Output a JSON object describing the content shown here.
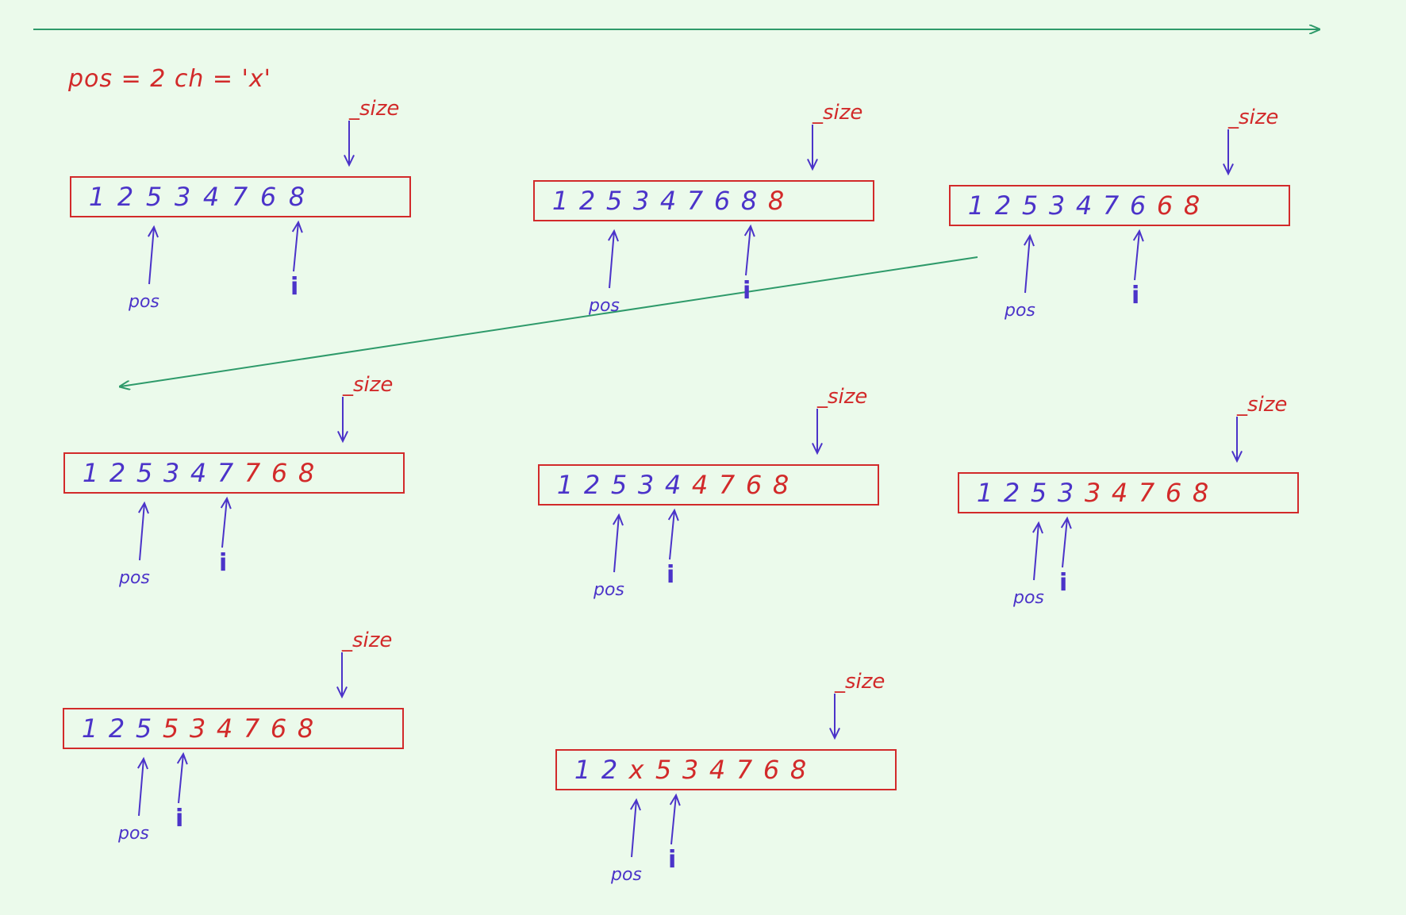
{
  "colors": {
    "background": "#ebfaeb",
    "original": "#4b33c9",
    "changed": "#d22a2a",
    "border": "#d22a2a",
    "flow_arrow": "#2e9a6a"
  },
  "header": "pos = 2 ch = 'x'",
  "labels": {
    "size": "_size",
    "pos": "pos",
    "i": "i"
  },
  "steps": [
    {
      "cells": [
        "1",
        "2",
        "5",
        "3",
        "4",
        "7",
        "6",
        "8"
      ],
      "changed": [],
      "pos_index": 2,
      "i_index": 7
    },
    {
      "cells": [
        "1",
        "2",
        "5",
        "3",
        "4",
        "7",
        "6",
        "8",
        "8"
      ],
      "changed": [
        8
      ],
      "pos_index": 2,
      "i_index": 7
    },
    {
      "cells": [
        "1",
        "2",
        "5",
        "3",
        "4",
        "7",
        "6",
        "6",
        "8"
      ],
      "changed": [
        7,
        8
      ],
      "pos_index": 2,
      "i_index": 6
    },
    {
      "cells": [
        "1",
        "2",
        "5",
        "3",
        "4",
        "7",
        "7",
        "6",
        "8"
      ],
      "changed": [
        6,
        7,
        8
      ],
      "pos_index": 2,
      "i_index": 5
    },
    {
      "cells": [
        "1",
        "2",
        "5",
        "3",
        "4",
        "4",
        "7",
        "6",
        "8"
      ],
      "changed": [
        5,
        6,
        7,
        8
      ],
      "pos_index": 2,
      "i_index": 4
    },
    {
      "cells": [
        "1",
        "2",
        "5",
        "3",
        "3",
        "4",
        "7",
        "6",
        "8"
      ],
      "changed": [
        4,
        5,
        6,
        7,
        8
      ],
      "pos_index": 2,
      "i_index": 3
    },
    {
      "cells": [
        "1",
        "2",
        "5",
        "5",
        "3",
        "4",
        "7",
        "6",
        "8"
      ],
      "changed": [
        3,
        4,
        5,
        6,
        7,
        8
      ],
      "pos_index": 2,
      "i_index": 2
    },
    {
      "cells": [
        "1",
        "2",
        "x",
        "5",
        "3",
        "4",
        "7",
        "6",
        "8"
      ],
      "changed": [
        2,
        3,
        4,
        5,
        6,
        7,
        8
      ],
      "pos_index": 2,
      "i_index": 2
    }
  ]
}
